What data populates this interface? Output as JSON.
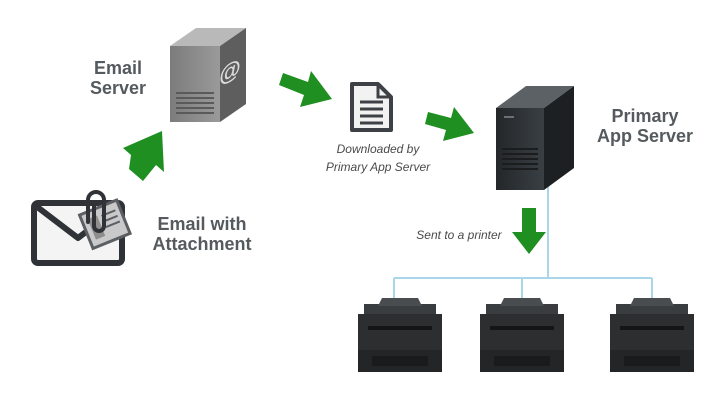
{
  "labels": {
    "email_server": [
      "Email",
      "Server"
    ],
    "primary_app_server": [
      "Primary",
      "App Server"
    ],
    "email_with_attachment": [
      "Email with",
      "Attachment"
    ],
    "downloaded_by": [
      "Downloaded by",
      "Primary App Server"
    ],
    "sent_to_printer": "Sent to a printer"
  },
  "icons": {
    "email_server": "email-server-icon",
    "app_server": "app-server-icon",
    "document": "document-icon",
    "envelope": "envelope-attachment-icon",
    "printer": "printer-icon"
  },
  "colors": {
    "arrow": "#1f8f22",
    "line": "#a9d6e8",
    "label": "#555a5e",
    "server_dark": "#2e3236",
    "server_gray": "#8a8a8a",
    "printer": "#2c2e30"
  }
}
